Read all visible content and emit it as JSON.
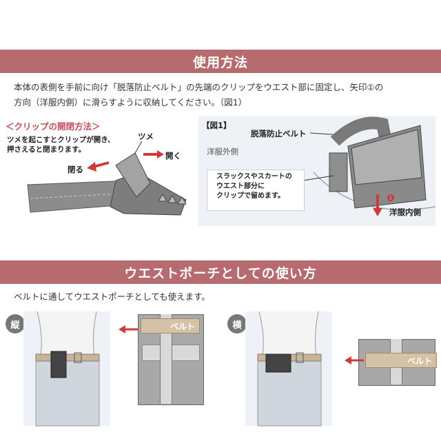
{
  "section1": {
    "title": "使用方法",
    "instruction_line1": "本体の表側を手前に向け「脱落防止ベルト」の先端のクリップをウエスト部に固定し、矢印①の",
    "instruction_line2": "方向（洋服内側）に滑らすように収納してください。（図1）",
    "clip": {
      "heading": "＜クリップの開閉方法＞",
      "desc_line1": "ツメを起こすとクリップが開き、",
      "desc_line2": "押さえると閉まります。",
      "tab_label": "ツメ",
      "open_label": "開く",
      "close_label": "閉る"
    },
    "figure1": {
      "tag": "【図1】",
      "belt_label": "脱落防止ベルト",
      "outside_label": "洋服外側",
      "note_line1": "スラックスやスカートの",
      "note_line2": "ウエスト部分に",
      "note_line3": "クリップで留めます。",
      "marker": "❶",
      "inside_label": "洋服内側"
    }
  },
  "section2": {
    "title": "ウエストポーチとしての使い方",
    "subtitle": "ベルトに通してウエストポーチとしても使えます。",
    "vertical": {
      "badge": "縦",
      "belt_label": "ベルト"
    },
    "horizontal": {
      "badge": "横",
      "belt_label": "ベルト"
    }
  },
  "colors": {
    "accent": "#b66c6e",
    "heading_red": "#c04d58",
    "arrow_red": "#d23a3a"
  }
}
